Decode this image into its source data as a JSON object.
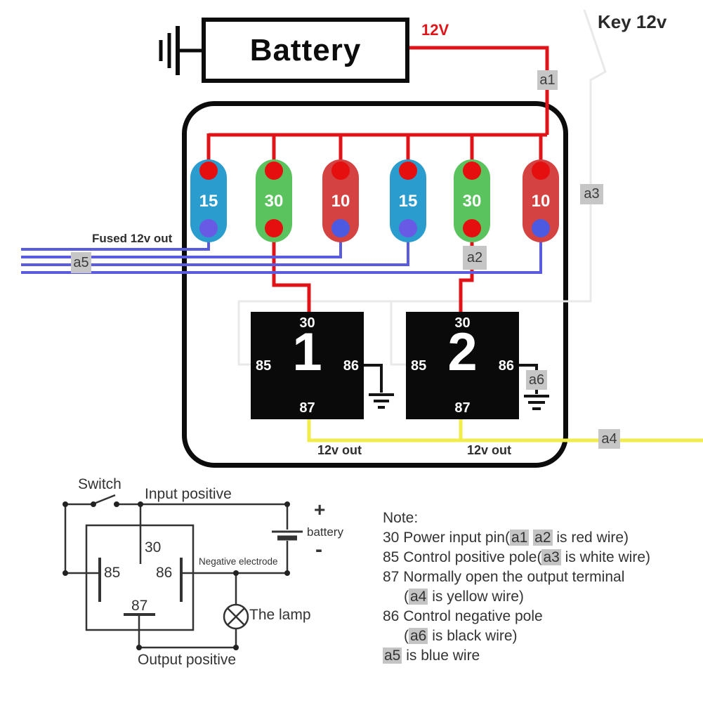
{
  "colors": {
    "wire_red": "#e01418",
    "wire_blue": "#5b5be0",
    "wire_yellow": "#f0ed4b",
    "wire_black": "#141414",
    "wire_white": "#ececec",
    "fuse_blue": "#2b9cce",
    "fuse_green": "#5ac35d",
    "fuse_red": "#d44242",
    "fuse_dot_red": "#e60f0f",
    "fuse_dot_purple": "#685ae4",
    "fuse_dot_blue": "#4b5ae1",
    "tag_background": "#c6c6c6"
  },
  "battery": {
    "label": "Battery",
    "voltage_label": "12V"
  },
  "key_label": "Key 12v",
  "fuse_panel": {
    "fused_out_label": "Fused 12v out",
    "fuses": [
      {
        "value": "15",
        "body": "blue",
        "bottom_dot": "purple"
      },
      {
        "value": "30",
        "body": "green",
        "bottom_dot": "red"
      },
      {
        "value": "10",
        "body": "red",
        "bottom_dot": "blue"
      },
      {
        "value": "15",
        "body": "blue",
        "bottom_dot": "purple"
      },
      {
        "value": "30",
        "body": "green",
        "bottom_dot": "red"
      },
      {
        "value": "10",
        "body": "red",
        "bottom_dot": "blue"
      }
    ]
  },
  "wire_tags": {
    "a1": "a1",
    "a2": "a2",
    "a3": "a3",
    "a4": "a4",
    "a5": "a5",
    "a6": "a6"
  },
  "relays": [
    {
      "number": "1",
      "pin_top": "30",
      "pin_left": "85",
      "pin_right": "86",
      "pin_bottom": "87",
      "out_label": "12v out"
    },
    {
      "number": "2",
      "pin_top": "30",
      "pin_left": "85",
      "pin_right": "86",
      "pin_bottom": "87",
      "out_label": "12v out"
    }
  ],
  "schematic": {
    "switch_label": "Switch",
    "input_positive": "Input positive",
    "pin_30": "30",
    "pin_85": "85",
    "pin_86": "86",
    "pin_87": "87",
    "negative_electrode": "Negative electrode",
    "plus": "+",
    "minus": "-",
    "battery_label": "battery",
    "lamp_label": "The lamp",
    "output_positive": "Output positive"
  },
  "note": {
    "heading": "Note:",
    "lines": [
      {
        "indent": false,
        "segments": [
          {
            "t": "30 Power input pin("
          },
          {
            "t": "a1",
            "h": true
          },
          {
            "t": " "
          },
          {
            "t": "a2",
            "h": true
          },
          {
            "t": " is red wire)"
          }
        ]
      },
      {
        "indent": false,
        "segments": [
          {
            "t": "85 Control positive pole("
          },
          {
            "t": "a3",
            "h": true
          },
          {
            "t": " is white wire)"
          }
        ]
      },
      {
        "indent": false,
        "segments": [
          {
            "t": "87 Normally open the output terminal"
          }
        ]
      },
      {
        "indent": true,
        "segments": [
          {
            "t": "("
          },
          {
            "t": "a4",
            "h": true
          },
          {
            "t": " is yellow wire)"
          }
        ]
      },
      {
        "indent": false,
        "segments": [
          {
            "t": "86 Control negative pole"
          }
        ]
      },
      {
        "indent": true,
        "segments": [
          {
            "t": "("
          },
          {
            "t": "a6",
            "h": true
          },
          {
            "t": " is black wire)"
          }
        ]
      },
      {
        "indent": false,
        "segments": [
          {
            "t": "a5",
            "h": true
          },
          {
            "t": " is blue wire"
          }
        ]
      }
    ]
  }
}
